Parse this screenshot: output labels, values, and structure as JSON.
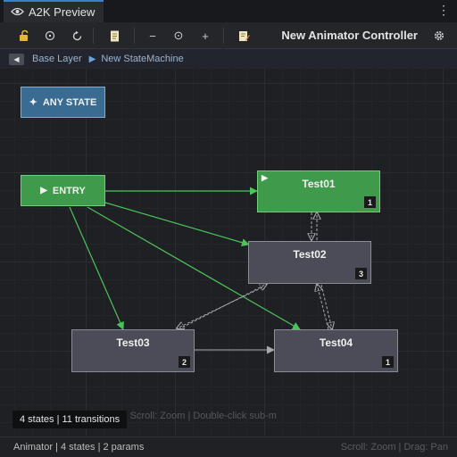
{
  "tab": {
    "title": "A2K Preview"
  },
  "toolbar": {
    "controller_title": "New Animator Controller",
    "zoom_minus": "−",
    "zoom_reset": "⊙",
    "zoom_plus": "+"
  },
  "breadcrumb": {
    "items": [
      "Base Layer",
      "New StateMachine"
    ]
  },
  "nodes": {
    "any_state": {
      "label": "ANY STATE"
    },
    "entry": {
      "label": "ENTRY"
    },
    "test01": {
      "label": "Test01",
      "count": "1"
    },
    "test02": {
      "label": "Test02",
      "count": "3"
    },
    "test03": {
      "label": "Test03",
      "count": "2"
    },
    "test04": {
      "label": "Test04",
      "count": "1"
    }
  },
  "canvas": {
    "hint": "Zoom: 100%  |  MMB: Pan  |  Scroll: Zoom  |  Double-click sub-m",
    "info": "4 states | 11 transitions"
  },
  "status": {
    "left": "Animator | 4 states | 2 params",
    "right": "Scroll: Zoom | Drag: Pan"
  },
  "colors": {
    "accent": "#3a7fd0",
    "state_default": "#3f9a4c",
    "any_state": "#3a6b90",
    "state": "#4b4c57"
  }
}
